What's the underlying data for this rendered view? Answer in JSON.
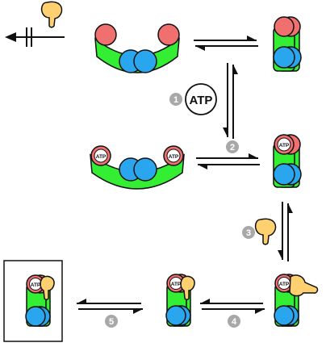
{
  "atp_label": "ATP",
  "steps": [
    {
      "number": "1"
    },
    {
      "number": "2"
    },
    {
      "number": "3"
    },
    {
      "number": "4"
    },
    {
      "number": "5"
    }
  ],
  "colors": {
    "body_green": "#33ee33",
    "n_domain_red": "#f07070",
    "c_domain_blue": "#2aa6ee",
    "client_yellow": "#ffd070",
    "step_circle_gray": "#a8a8a8",
    "outline": "#111111"
  },
  "icons": [
    "inhibition-arrow-icon",
    "client-protein-icon",
    "equilibrium-arrow-icon",
    "atp-molecule-icon"
  ]
}
